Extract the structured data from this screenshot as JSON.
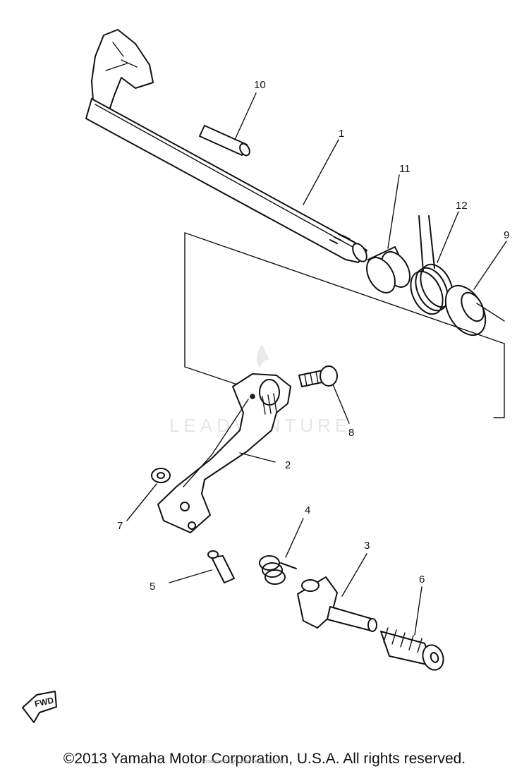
{
  "diagram": {
    "callouts": {
      "c1": "1",
      "c2": "2",
      "c3": "3",
      "c4": "4",
      "c5": "5",
      "c6": "6",
      "c7": "7",
      "c8": "8",
      "c9": "9",
      "c10": "10",
      "c11": "11",
      "c12": "12"
    },
    "fwd_label": "FWD",
    "watermark": "LEADVENTURE"
  },
  "footer": {
    "copyright": "©2013 Yamaha Motor Corporation, U.S.A. All rights reserved.",
    "watermark_small": "Powered by Leadventure, Inc."
  }
}
